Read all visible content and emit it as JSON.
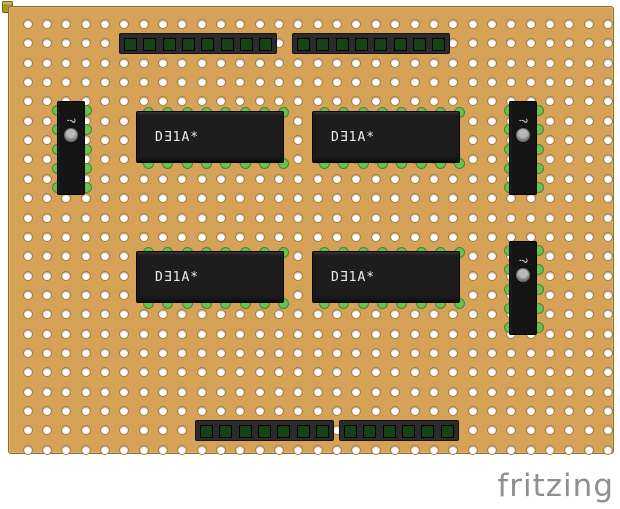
{
  "window": {
    "logo": "fritzing"
  },
  "colors": {
    "board": "#d6a258",
    "hole": "#ffffff",
    "leg_green": "#6cbf50",
    "pin_green_dark": "#16421a",
    "ic_body": "#1d1d1d",
    "logo_gray": "#8f8f8f"
  },
  "components": {
    "ics": [
      {
        "label": "DƎ1A*"
      },
      {
        "label": "DƎ1A*"
      },
      {
        "label": "DƎ1A*"
      },
      {
        "label": "DƎ1A*"
      }
    ],
    "ic_pins_per_side": 8,
    "sips": [
      {
        "label": "?"
      },
      {
        "label": "?"
      },
      {
        "label": "?"
      }
    ],
    "sip_pins_per_side": 5,
    "headers": {
      "top_left_pins": 8,
      "top_right_pins": 8,
      "bottom_left_pins": 7,
      "bottom_right_pins": 6
    }
  }
}
